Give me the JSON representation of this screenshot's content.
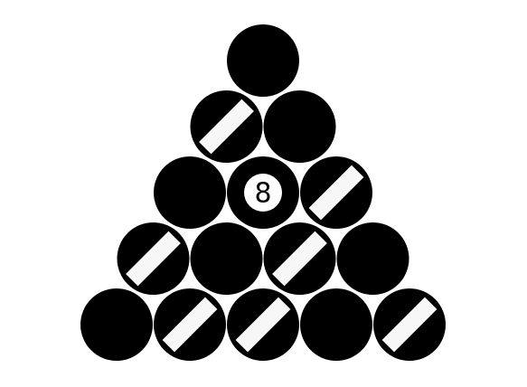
{
  "rack": {
    "colors": {
      "ball": "#000000",
      "stripe": "#f7f7f7",
      "spot": "#ffffff",
      "background": "#ffffff"
    },
    "rows": [
      [
        {
          "type": "solid"
        }
      ],
      [
        {
          "type": "stripe"
        },
        {
          "type": "solid"
        }
      ],
      [
        {
          "type": "solid"
        },
        {
          "type": "eight",
          "label": "8"
        },
        {
          "type": "stripe"
        }
      ],
      [
        {
          "type": "stripe"
        },
        {
          "type": "solid"
        },
        {
          "type": "stripe"
        },
        {
          "type": "solid"
        }
      ],
      [
        {
          "type": "solid"
        },
        {
          "type": "stripe"
        },
        {
          "type": "stripe"
        },
        {
          "type": "solid"
        },
        {
          "type": "stripe"
        }
      ]
    ]
  }
}
